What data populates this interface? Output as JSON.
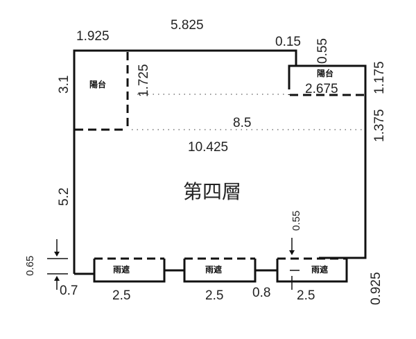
{
  "floor_label": "第四層",
  "rooms": {
    "balcony_left": "陽台",
    "balcony_right": "陽台",
    "canopy_1": "雨遮",
    "canopy_2": "雨遮",
    "canopy_3": "雨遮"
  },
  "dimensions": {
    "top_left": "1.925",
    "top_total": "5.825",
    "top_right_offset": "0.15",
    "right_step": "0.55",
    "left_upper": "3.1",
    "balcony_left_inner": "1.725",
    "balcony_right_width": "2.675",
    "right_upper": "1.175",
    "mid_width": "8.5",
    "right_mid": "1.375",
    "full_width": "10.425",
    "left_lower": "5.2",
    "canopy_depth": "0.55",
    "canopy_left_gap": "0.65",
    "bottom_left": "0.7",
    "canopy_1_width": "2.5",
    "canopy_2_width": "2.5",
    "canopy_gap": "0.8",
    "canopy_3_width": "2.5",
    "right_bottom": "0.925"
  }
}
